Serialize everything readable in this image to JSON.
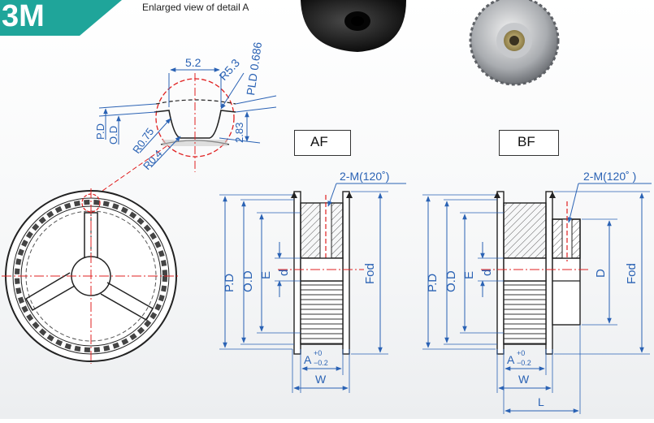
{
  "series_badge": "3M",
  "detail": {
    "caption": "Enlarged view of detail A",
    "dim_5_2": "5.2",
    "dim_r5_3": "R5.3",
    "dim_pld": "PLD 0.686",
    "dim_pd": "P.D",
    "dim_od": "O.D",
    "dim_r0_75": "R0.75",
    "dim_r0_4": "R0.4",
    "dim_2_83": "2.83"
  },
  "type_af": {
    "label": "AF",
    "screw": "2-M(120˚)",
    "pd": "P.D",
    "od": "O.D",
    "e": "E",
    "d": "d",
    "fod": "Fod",
    "a_letter": "A",
    "a_tol_top": "+0",
    "a_tol_bot": "−0.2",
    "w": "W"
  },
  "type_bf": {
    "label": "BF",
    "screw": "2-M(120˚ )",
    "pd": "P.D",
    "od": "O.D",
    "e": "E",
    "d": "d",
    "big_d": "D",
    "fod": "Fod",
    "a_letter": "A",
    "a_tol_top": "+0",
    "a_tol_bot": "−0.2",
    "w": "W",
    "l": "L"
  },
  "colors": {
    "badge": "#1fa59a",
    "dimension": "#2a62b4",
    "centerline": "#e02020",
    "line": "#222222",
    "hatch": "#555555"
  },
  "icons": [
    "pulley-photo-black",
    "pulley-photo-silver"
  ]
}
